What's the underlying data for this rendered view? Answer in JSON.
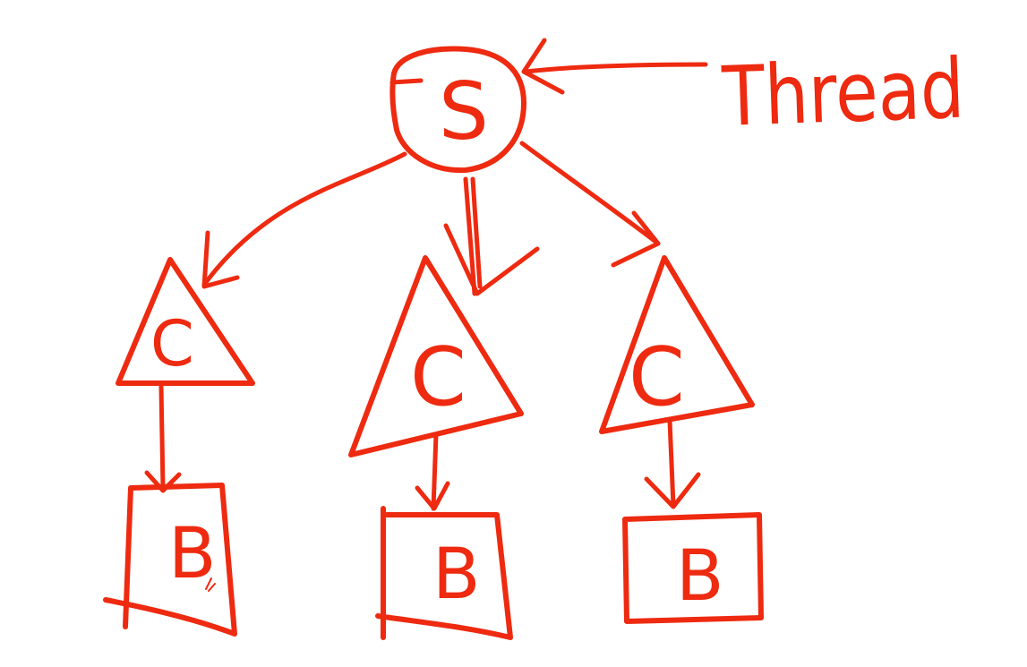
{
  "colors": {
    "ink": "#ee2a10",
    "background": "#ffffff"
  },
  "diagram": {
    "root": {
      "label": "S",
      "shape": "circle"
    },
    "thread_label": "Thread",
    "children": [
      {
        "label": "C",
        "shape": "triangle",
        "child": {
          "label": "B",
          "shape": "box"
        }
      },
      {
        "label": "C",
        "shape": "triangle",
        "child": {
          "label": "B",
          "shape": "box"
        }
      },
      {
        "label": "C",
        "shape": "triangle",
        "child": {
          "label": "B",
          "shape": "box"
        }
      }
    ]
  }
}
